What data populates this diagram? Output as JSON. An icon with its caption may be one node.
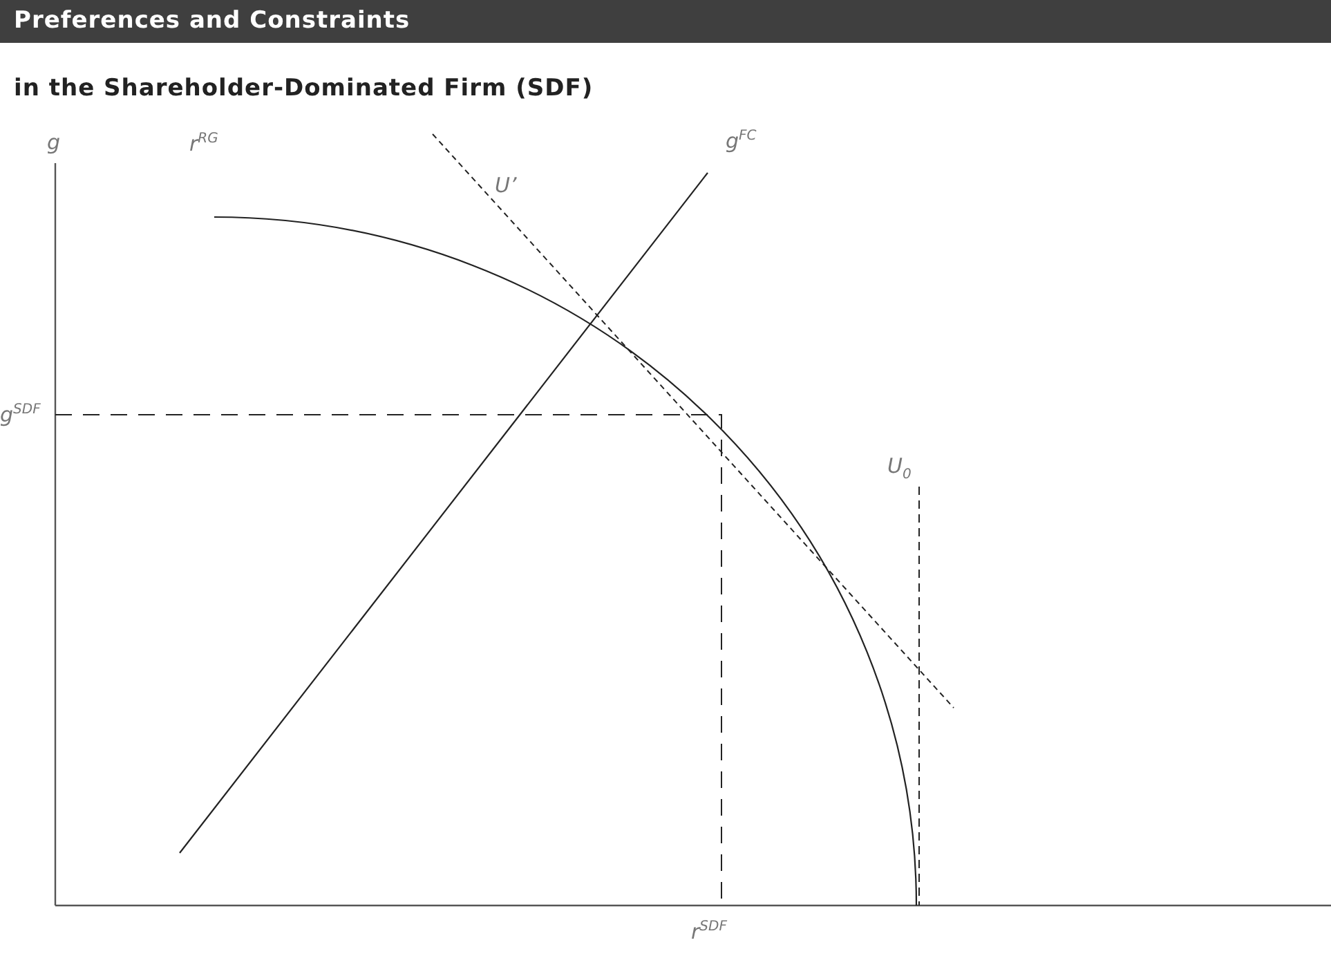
{
  "diagram": {
    "title": "Preferences and Constraints",
    "labels": [
      "in the Shareholder-Dominated Firm (SDF)",
      "g",
      "r$^{RG}$",
      "g$^{FC}$",
      "U’",
      "g$^{SDF}$",
      "U$_{0}$",
      "r$^{SDF}$"
    ]
  }
}
